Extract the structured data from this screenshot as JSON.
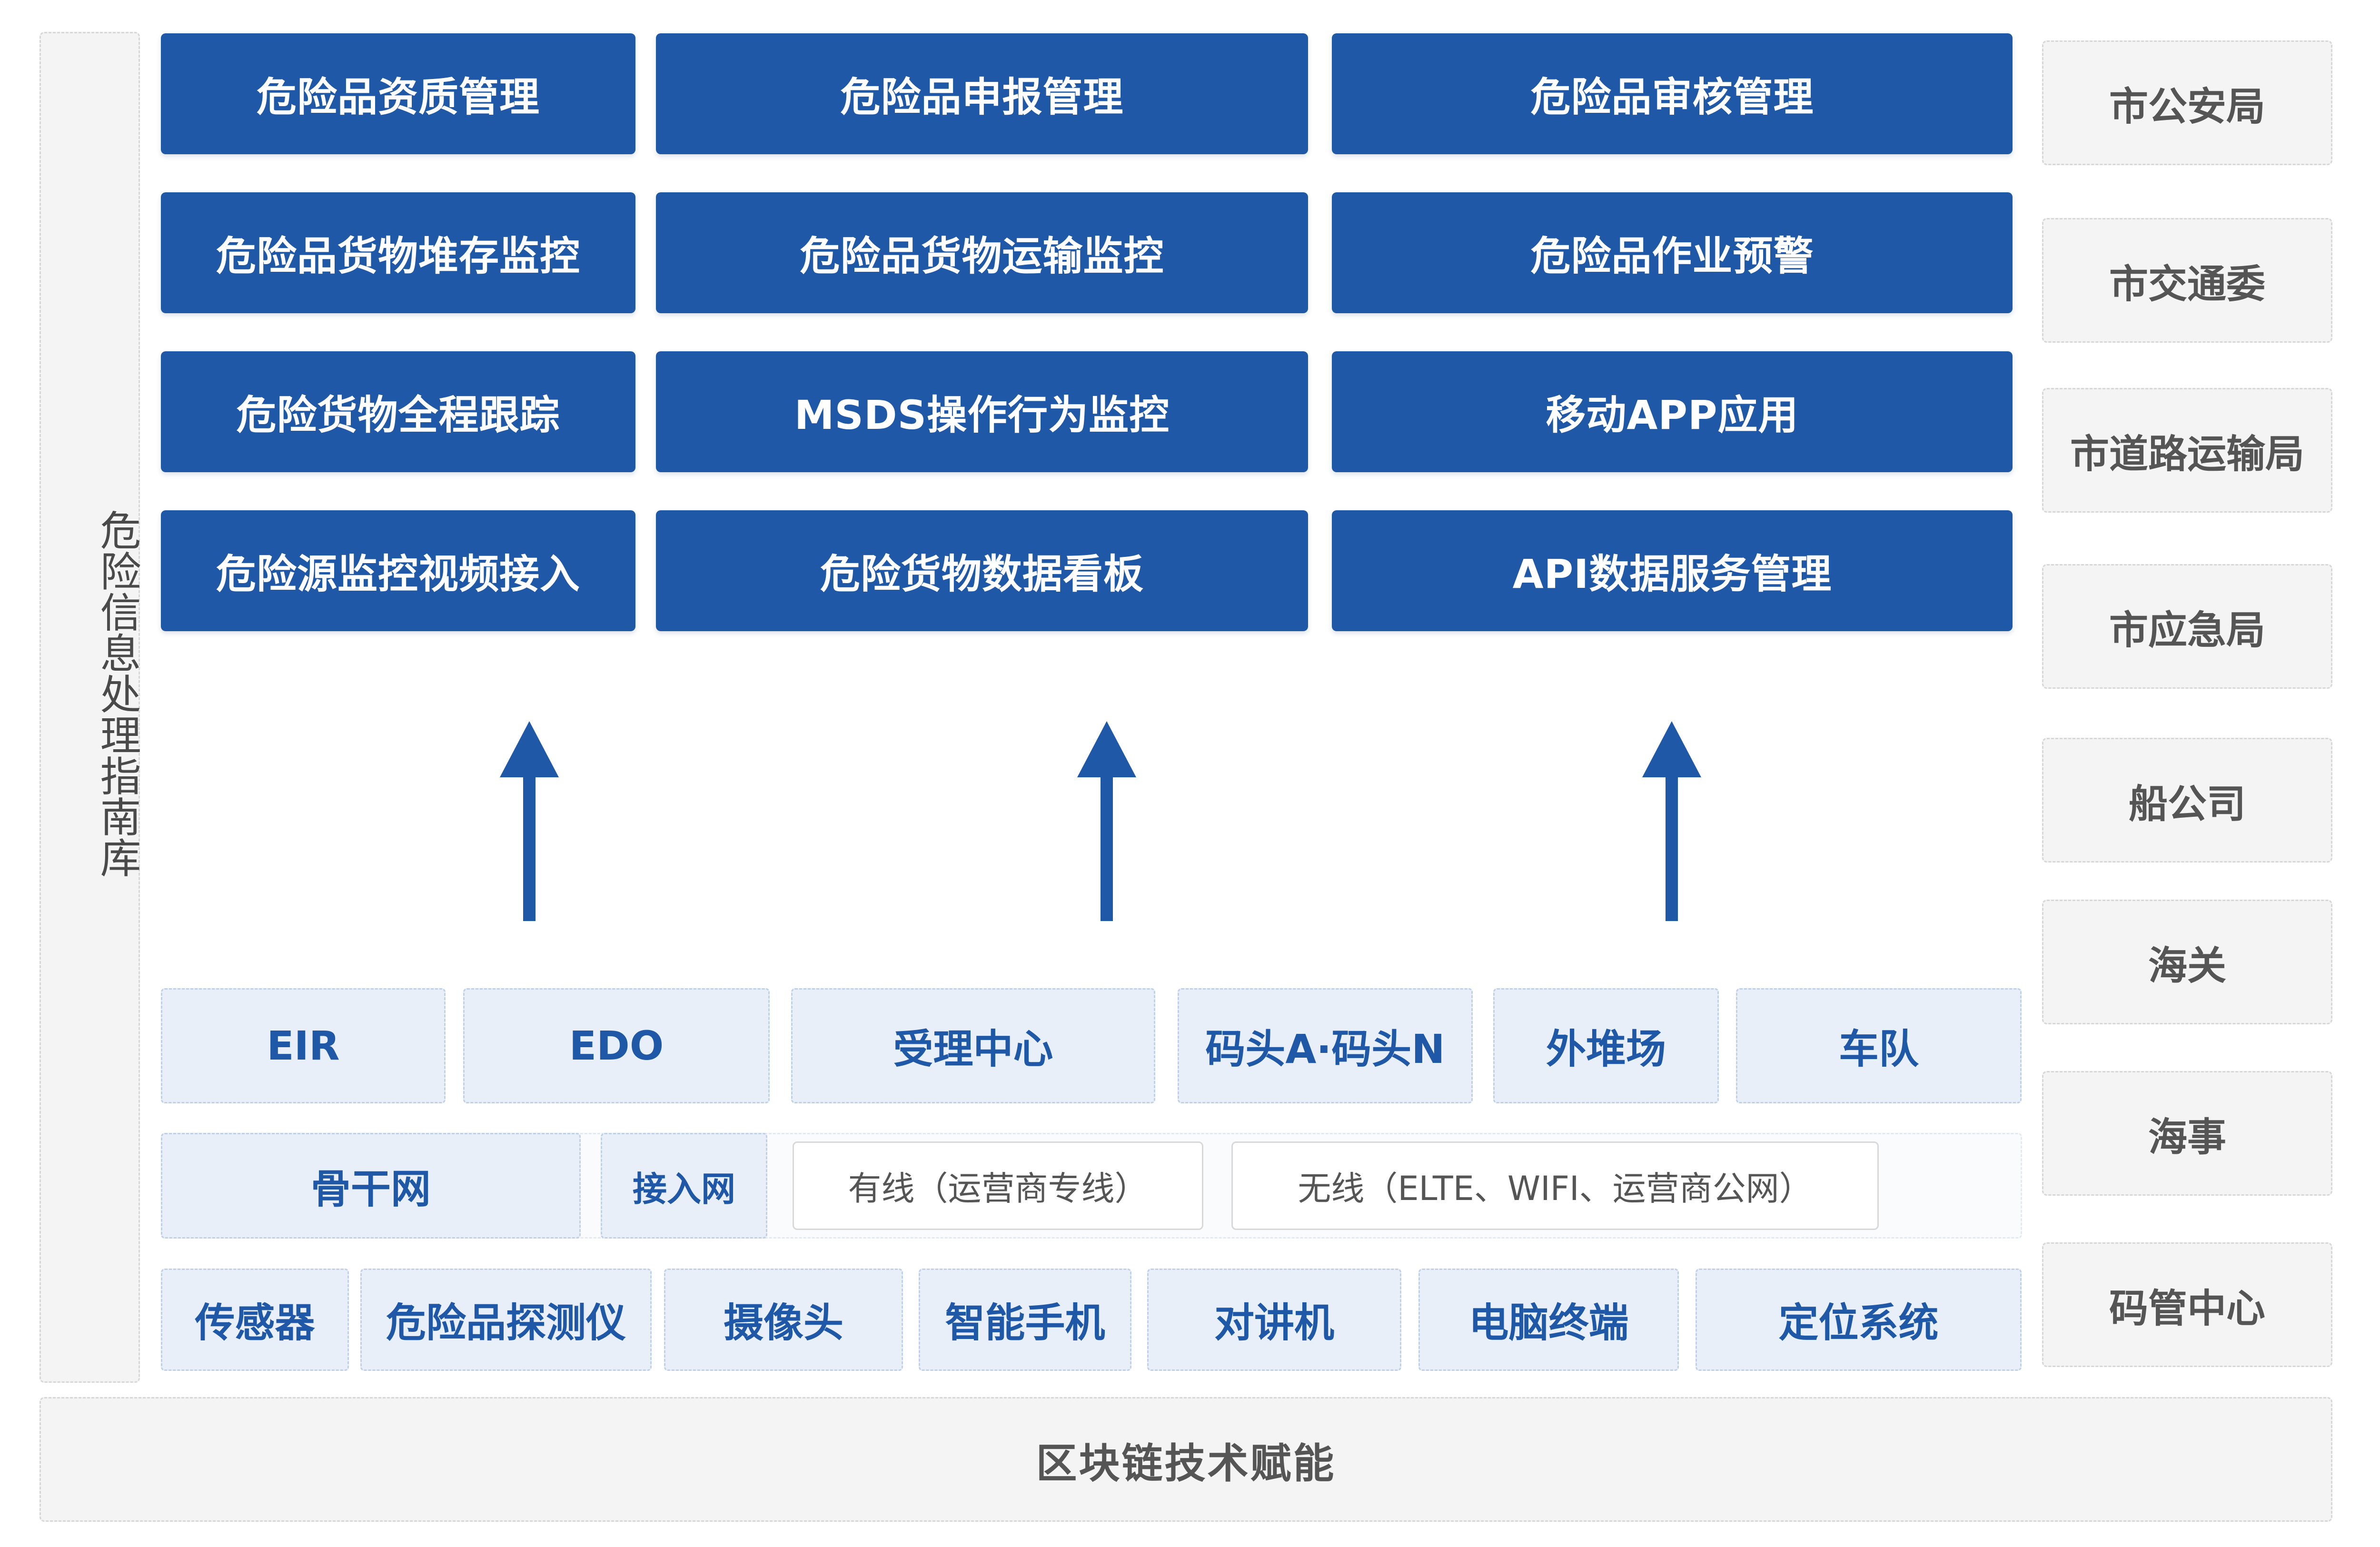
{
  "left_panel": {
    "label": "危险信息处理指南库"
  },
  "modules": [
    "危险品资质管理",
    "危险品申报管理",
    "危险品审核管理",
    "危险品货物堆存监控",
    "危险品货物运输监控",
    "危险品作业预警",
    "危险货物全程跟踪",
    "MSDS操作行为监控",
    "移动APP应用",
    "危险源监控视频接入",
    "危险货物数据看板",
    "API数据服务管理"
  ],
  "data_sources": [
    "EIR",
    "EDO",
    "受理中心",
    "码头A·码头N",
    "外堆场",
    "车队"
  ],
  "network": {
    "backbone": "骨干网",
    "access": "接入网",
    "wired": "有线（运营商专线）",
    "wireless": "无线（ELTE、WIFI、运营商公网）"
  },
  "devices": [
    "传感器",
    "危险品探测仪",
    "摄像头",
    "智能手机",
    "对讲机",
    "电脑终端",
    "定位系统"
  ],
  "agencies": [
    "市公安局",
    "市交通委",
    "市道路运输局",
    "市应急局",
    "船公司",
    "海关",
    "海事",
    "码管中心"
  ],
  "bottom_bar": {
    "label": "区块链技术赋能"
  },
  "colors": {
    "module_blue": "#1f58a7",
    "light_panel": "#e9eff8",
    "gray_panel": "#f4f4f4"
  }
}
